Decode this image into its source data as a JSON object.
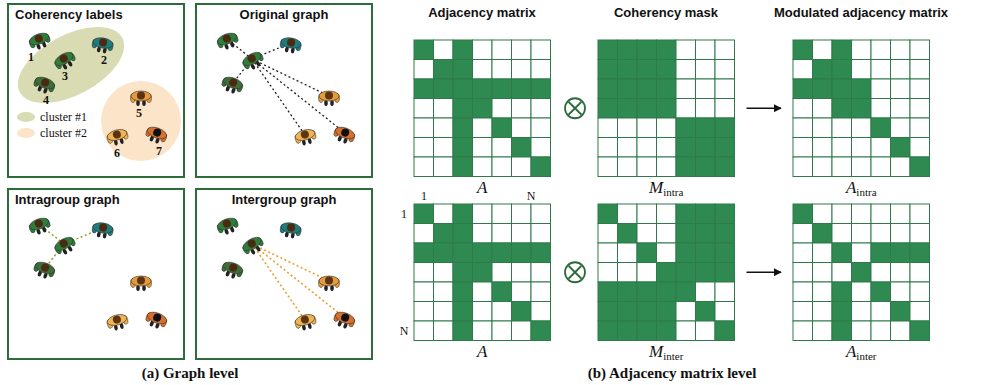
{
  "diagram": {
    "nodes": [
      {
        "text": [
          "Coherency labels"
        ]
      },
      {
        "text": [
          "Original graph"
        ]
      },
      {
        "text": [
          "Intragroup graph"
        ]
      },
      {
        "text": [
          "Intergroup graph"
        ]
      },
      {
        "text": [
          "A"
        ]
      },
      {
        "text": [
          "M",
          "intra"
        ]
      },
      {
        "text": [
          "A",
          "intra"
        ]
      },
      {
        "text": [
          "A"
        ]
      },
      {
        "text": [
          "M",
          "inter"
        ]
      },
      {
        "text": [
          "A",
          "inter"
        ]
      }
    ],
    "edges": [
      {
        "from": 5,
        "to": 6,
        "arrow": "to"
      },
      {
        "from": 8,
        "to": 9,
        "arrow": "to"
      }
    ],
    "labels": [
      "1",
      "2",
      "3",
      "4",
      "5",
      "6",
      "7",
      "(a) Graph level",
      "Adjacency matrix",
      "Coherency mask",
      "Modulated adjacency matrix",
      "1",
      "N",
      "1",
      "N",
      "(b) Adjacency matrix level"
    ],
    "legend": [
      {
        "text": "cluster #1",
        "color": "#d9dbb2"
      },
      {
        "text": "cluster #2",
        "color": "#fce4c8"
      }
    ]
  }
}
